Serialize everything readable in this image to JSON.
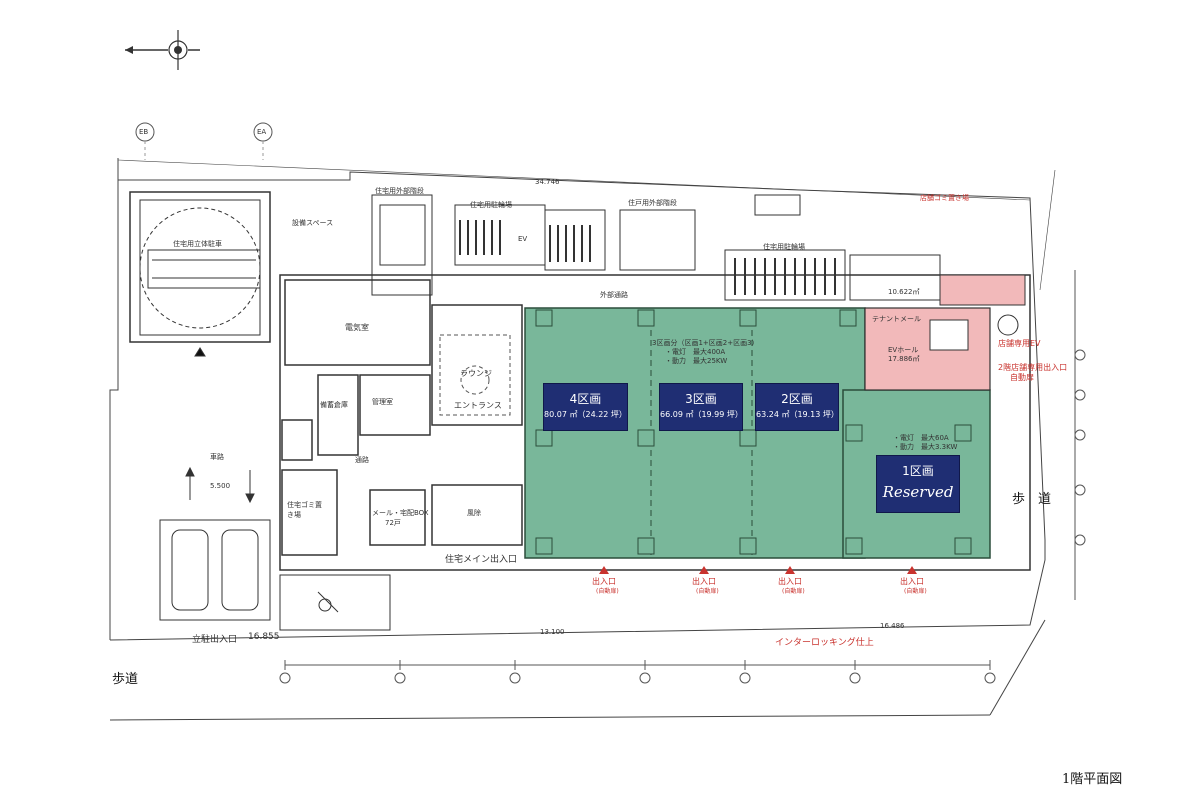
{
  "drawing_title": "1階平面図",
  "units": [
    {
      "id": "unit4",
      "name": "4区画",
      "area": "80.07 ㎡（24.22 坪）"
    },
    {
      "id": "unit3",
      "name": "3区画",
      "area": "66.09 ㎡（19.99 坪）"
    },
    {
      "id": "unit2",
      "name": "2区画",
      "area": "63.24 ㎡（19.13 坪）"
    }
  ],
  "unit1": {
    "name": "1区画",
    "status": "Reserved"
  },
  "unit1_specs": [
    "・電灯　最大60A",
    "・動力　最大3.3KW"
  ],
  "units234_specs": [
    "3区画分（区画1+区画2+区画3）",
    "・電灯　最大400A",
    "・動力　最大25KW"
  ],
  "rooms": {
    "lounge": "ラウンジ",
    "entrance": "エントランス",
    "electric_room": "電気室",
    "storage": "備蓄倉庫",
    "management": "管理室",
    "passage": "通路",
    "wind_room": "風除",
    "mailbox": "メール・宅配BOX",
    "mailbox_count": "72戸",
    "garbage": "住宅ゴミ置き場",
    "equipment_space": "設備スペース",
    "parking_tower": "住宅用立体駐車",
    "tenant_mall": "テナントメール",
    "ev_hall": "EVホール",
    "ev_hall_area": "17.886㎡",
    "lane": "車路",
    "outer_path": "外部通路",
    "bicycle1": "住宅用駐輪場",
    "bicycle2": "住宅用駐輪場",
    "outer_stairs1": "住宅用外部階段",
    "outer_stairs2": "住戸用外部階段",
    "ev": "EV",
    "shop_garbage": "店舗ゴミ置き場"
  },
  "labels": {
    "residential_entrance": "住宅メイン出入口",
    "parking_entrance": "立駐出入口",
    "parking_width": "16.855",
    "sidewalk_left": "歩道",
    "sidewalk_right": "歩　道",
    "interlocking": "インターロッキング仕上",
    "shop_ev": "店舗専用EV",
    "shop_entrance": "2階店舗専用出入口",
    "auto_door": "自動扉",
    "entry_exit": "出入口",
    "auto_sub": "(自動扉)",
    "dim_top": "34.746",
    "dim_bottom": "13.100",
    "dim_bottom2": "16.486",
    "dim_5500": "5.500",
    "dim_10622": "10.622㎡",
    "grid_eb": "EB",
    "grid_ea": "EA"
  },
  "colors": {
    "shop_fill": "#79b79a",
    "pink_fill": "#f2b9ba",
    "unit_box": "#1f2e73",
    "red_text": "#c9332e"
  }
}
